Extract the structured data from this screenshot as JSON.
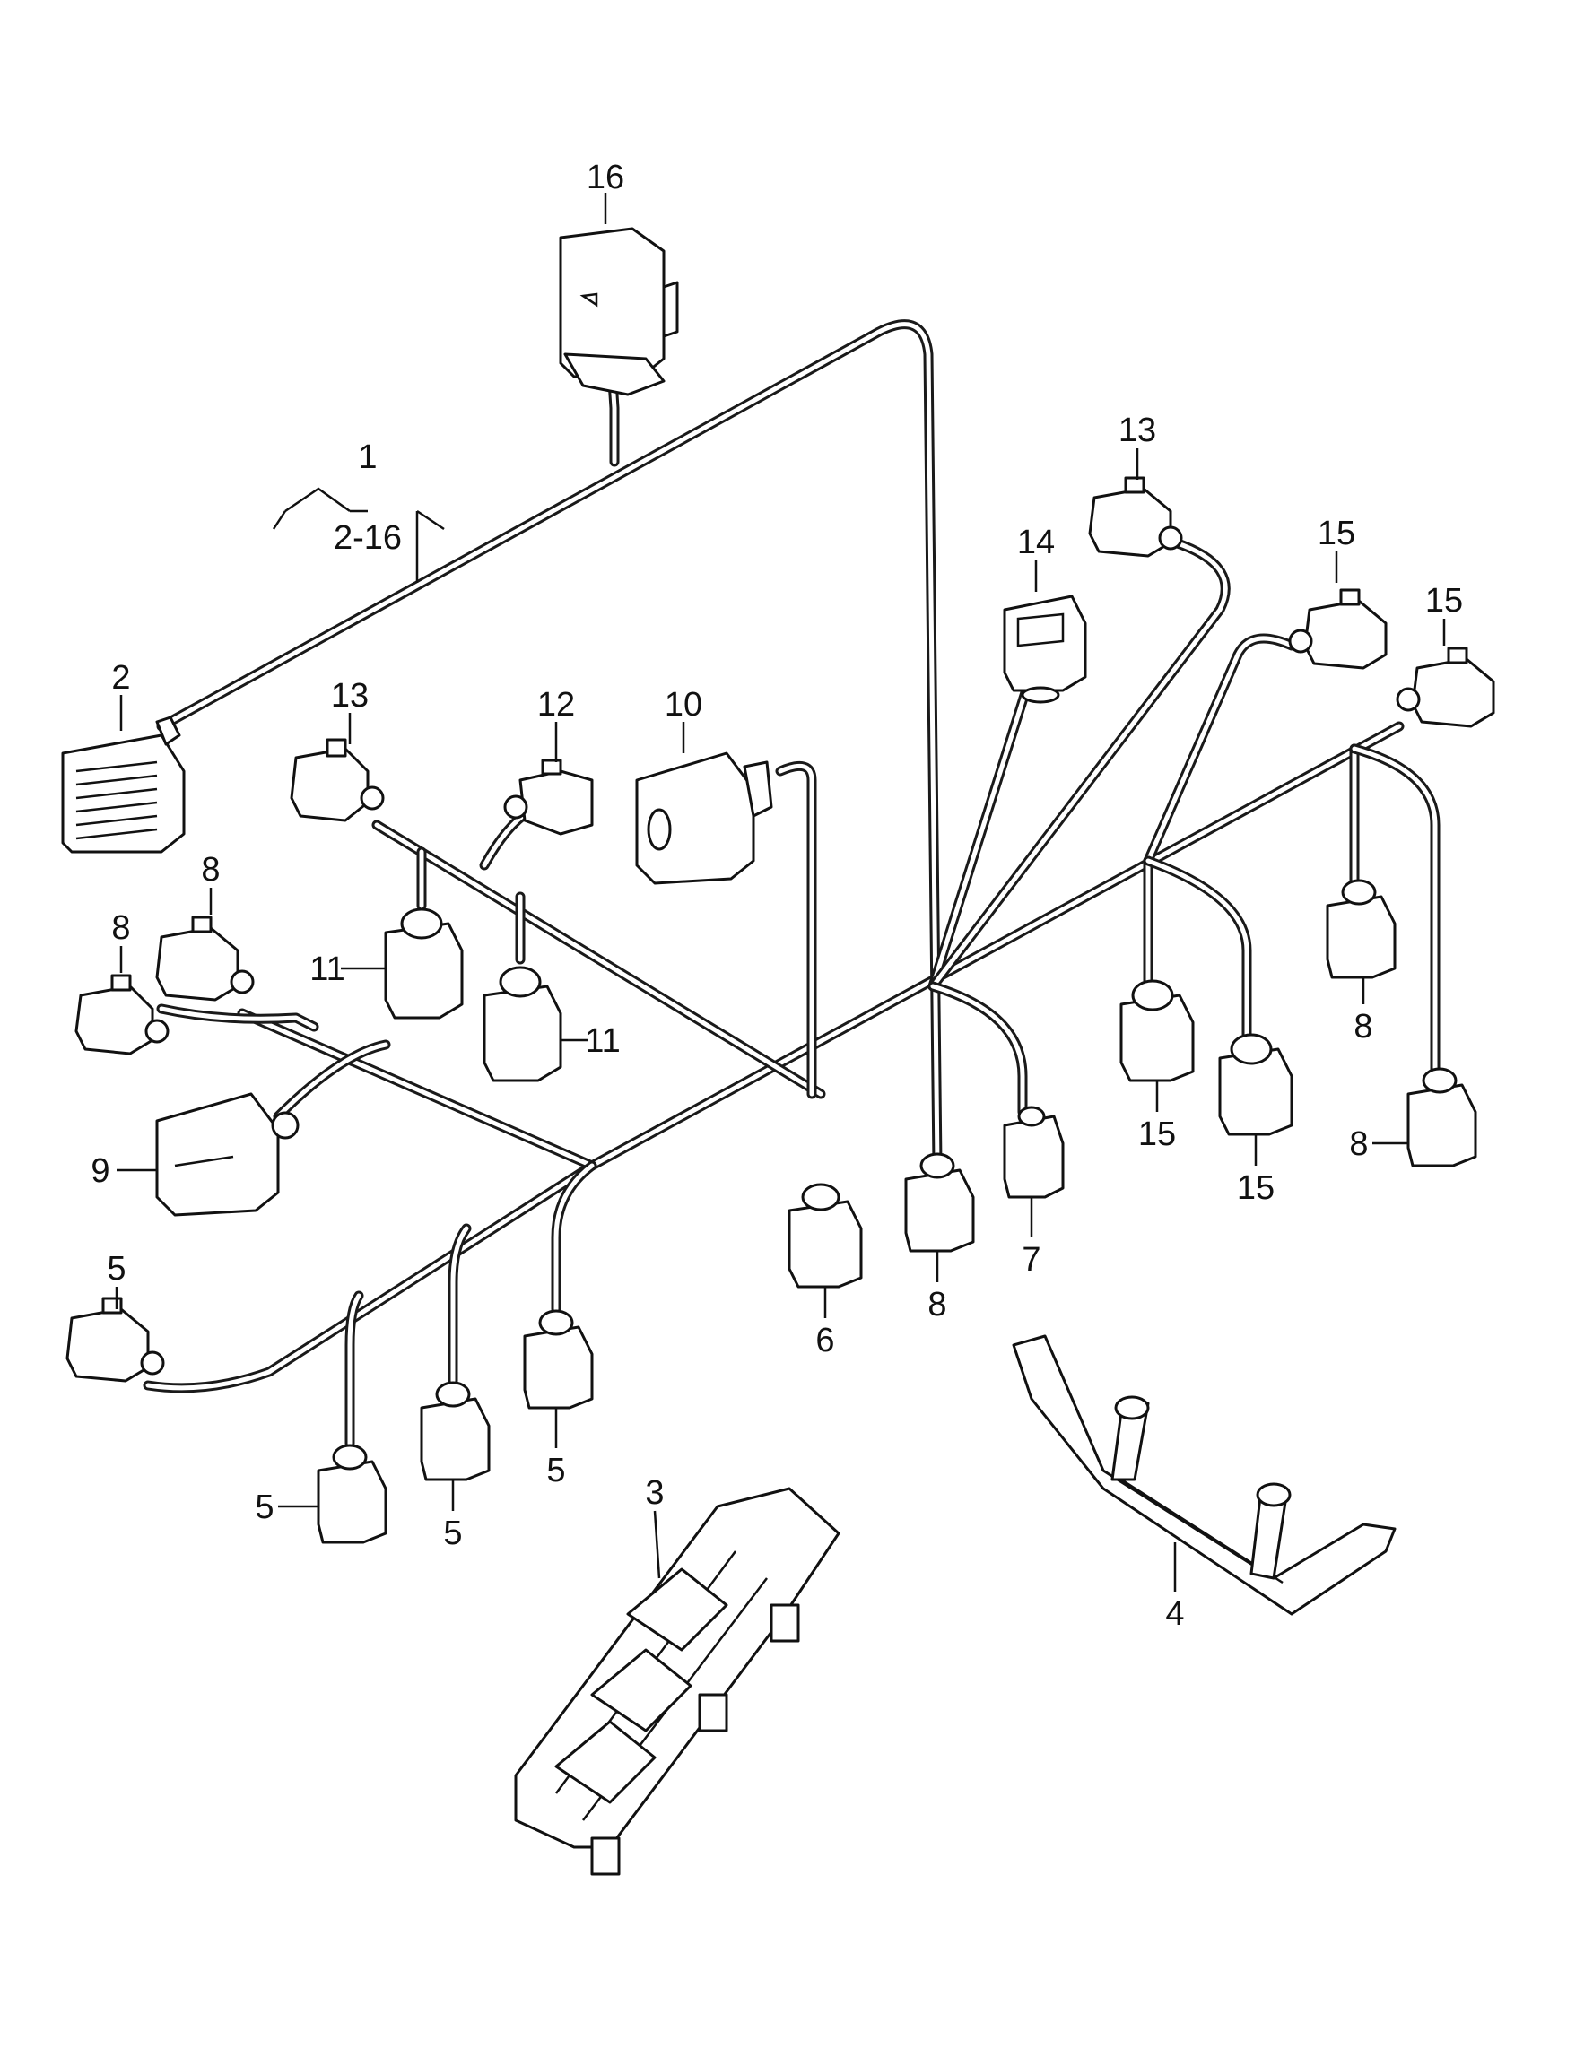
{
  "callouts": {
    "c1": "1",
    "c1_range": "2-16",
    "c2": "2",
    "c3": "3",
    "c4": "4",
    "c5a": "5",
    "c5b": "5",
    "c5c": "5",
    "c5d": "5",
    "c6": "6",
    "c7": "7",
    "c8a": "8",
    "c8b": "8",
    "c8c": "8",
    "c8d": "8",
    "c8e": "8",
    "c9": "9",
    "c10": "10",
    "c11a": "11",
    "c11b": "11",
    "c12": "12",
    "c13a": "13",
    "c13b": "13",
    "c14": "14",
    "c15a": "15",
    "c15b": "15",
    "c15c": "15",
    "c15d": "15",
    "c16": "16"
  }
}
